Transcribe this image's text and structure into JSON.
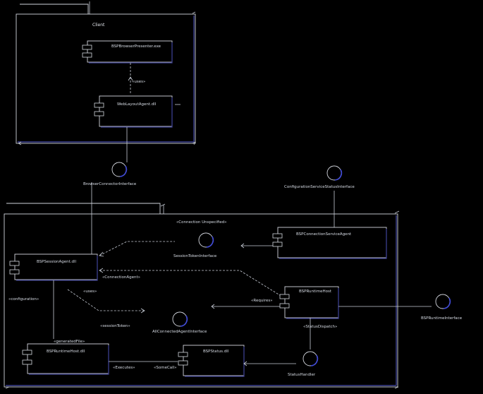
{
  "colors": {
    "background": "#000000",
    "stroke": "#d3d6de",
    "accent": "#3b3f8f",
    "interface_accent": "#3f49d8"
  },
  "packages": {
    "top": {
      "name": "Client"
    },
    "bottom": {
      "name": ""
    }
  },
  "components": {
    "top_upper": "BSPBrowserPresenter.exe",
    "top_lower": "WebLayoutAgent.dll",
    "bottom_right_top": "BSPConnectionServiceAgent",
    "bottom_left_mid": "BSPSessionAgent.dll",
    "bottom_center": "BSPRuntimeHost",
    "bottom_left_low": "BSPRuntimeHost.dll",
    "bottom_mid_low": "BSPStatus.dll"
  },
  "interfaces": {
    "top_iface": "BrowserConnectorInterface",
    "top_right_iface": "ConfigurationServiceStatusInterface",
    "mid_iface": "SessionTokenInterface",
    "lower_iface": "AllConnectedAgentInterface",
    "right_outer_iface": "BSPRuntimeInterface",
    "bottom_iface": "StatusHandler"
  },
  "labels": {
    "top_center_note": "«Connection Unspecified»",
    "mid_arrow_label": "«ConnectionAgent»",
    "left_note": "«configuration»",
    "left_mid_note": "«uses»",
    "lower_left_arrow": "«sessionToken»",
    "bottom_note_left": "«generatedFile»",
    "right_comp_port": "«Requires»",
    "bottom_mid_port": "«SomeCall»",
    "left_bottom_port": "«Executes»",
    "status_port": "«StatusDispatch»"
  }
}
